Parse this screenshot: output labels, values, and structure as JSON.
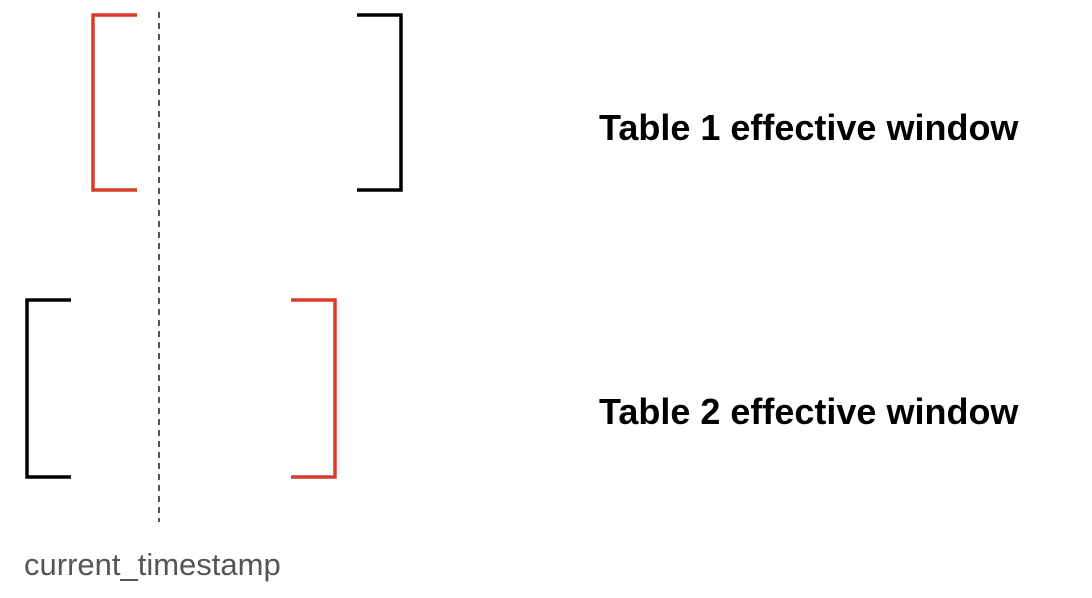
{
  "colors": {
    "current_bound": "#d93a2b",
    "other_bound": "#000000",
    "timeline_line": "#555555",
    "label_text": "#000000",
    "timestamp_text": "#555555"
  },
  "timestamp": {
    "label": "current_timestamp"
  },
  "windows": [
    {
      "label": "Table 1 effective window",
      "start_bound_color": "#d93a2b",
      "end_bound_color": "#000000"
    },
    {
      "label": "Table 2 effective window",
      "start_bound_color": "#000000",
      "end_bound_color": "#d93a2b"
    }
  ]
}
